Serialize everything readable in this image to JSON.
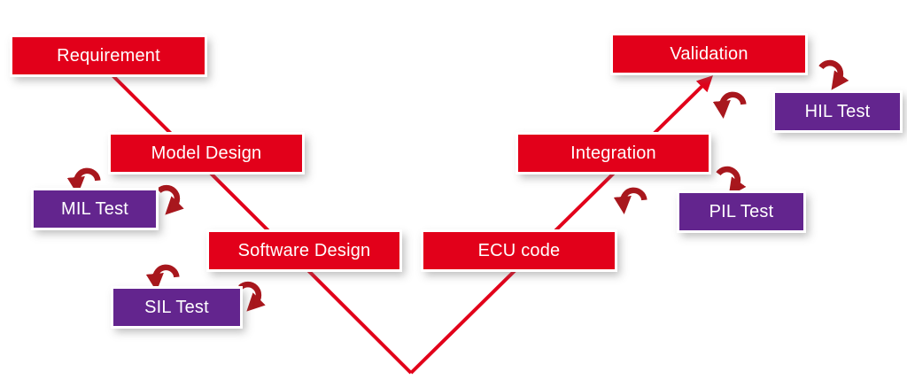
{
  "boxes": {
    "requirement": {
      "label": "Requirement",
      "type": "stage"
    },
    "model_design": {
      "label": "Model Design",
      "type": "stage"
    },
    "mil_test": {
      "label": "MIL Test",
      "type": "test"
    },
    "software_design": {
      "label": "Software Design",
      "type": "stage"
    },
    "sil_test": {
      "label": "SIL Test",
      "type": "test"
    },
    "ecu_code": {
      "label": "ECU code",
      "type": "stage"
    },
    "integration": {
      "label": "Integration",
      "type": "stage"
    },
    "pil_test": {
      "label": "PIL Test",
      "type": "test"
    },
    "validation": {
      "label": "Validation",
      "type": "stage"
    },
    "hil_test": {
      "label": "HIL Test",
      "type": "test"
    }
  },
  "colors": {
    "stage_red": "#e2001a",
    "test_purple": "#63258e",
    "line_red": "#e2001a",
    "loop_red": "#a8171d",
    "box_text": "#ffffff"
  }
}
